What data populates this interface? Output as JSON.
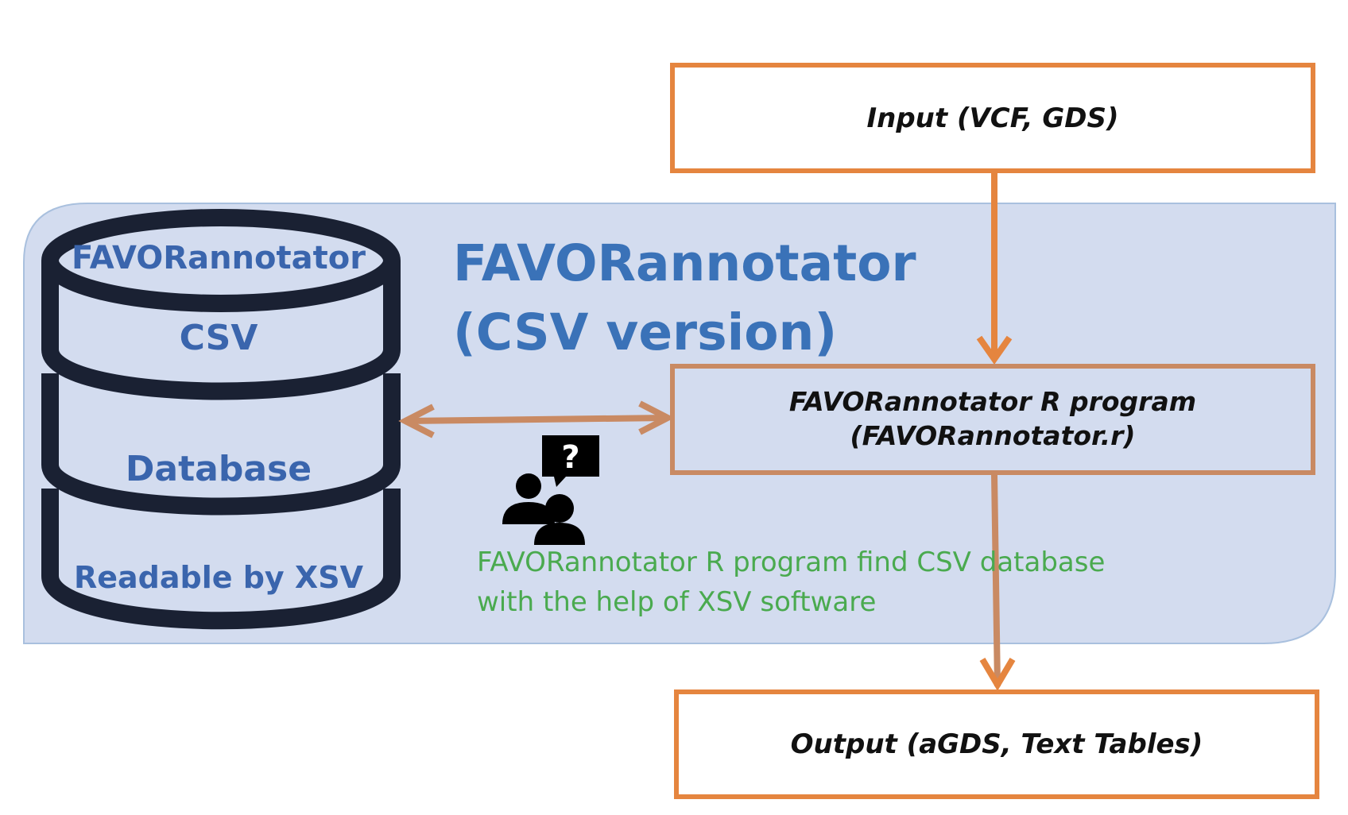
{
  "input_box": {
    "label": "Input (VCF, GDS)"
  },
  "title": {
    "line1": "FAVORannotator",
    "line2": "(CSV version)"
  },
  "database": {
    "label_top": "FAVORannotator",
    "label_csv": "CSV",
    "label_db": "Database",
    "label_bottom": "Readable by XSV"
  },
  "program_box": {
    "line1": "FAVORannotator R program",
    "line2": "(FAVORannotator.r)"
  },
  "note": {
    "line1": "FAVORannotator R program find CSV database",
    "line2": "with the help of XSV software"
  },
  "output_box": {
    "label": "Output (aGDS, Text Tables)"
  },
  "colors": {
    "panel_fill": "#d3dcef",
    "panel_border": "#a9c0de",
    "box_border": "#e5853f",
    "arrow": "#c98a63",
    "arrow_orange": "#e5853f",
    "title": "#3a72b8",
    "db_text": "#3a65ad",
    "db_stroke": "#1a2133",
    "note_text": "#4aaa4f"
  },
  "icons": {
    "consult": "people-question-icon",
    "database": "database-icon"
  }
}
